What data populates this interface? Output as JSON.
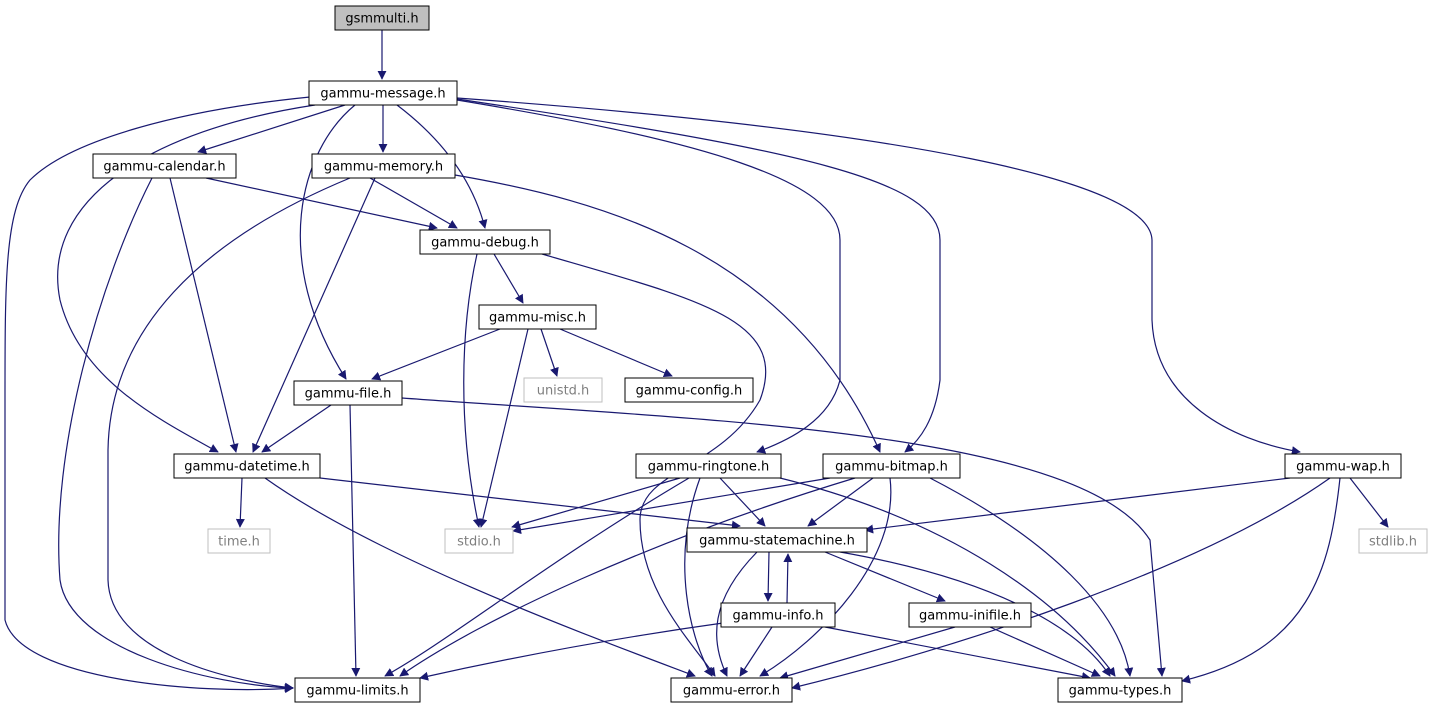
{
  "colors": {
    "edge": "#191970",
    "node_border": "#000000",
    "root_fill": "#bfbfbf",
    "system_border": "#bfbfbf",
    "system_text": "#7f7f7f",
    "node_text": "#000000",
    "background": "#ffffff"
  },
  "nodes": [
    {
      "id": "gsmmulti",
      "label": "gsmmulti.h",
      "kind": "root"
    },
    {
      "id": "message",
      "label": "gammu-message.h",
      "kind": "internal"
    },
    {
      "id": "calendar",
      "label": "gammu-calendar.h",
      "kind": "internal"
    },
    {
      "id": "memory",
      "label": "gammu-memory.h",
      "kind": "internal"
    },
    {
      "id": "debug",
      "label": "gammu-debug.h",
      "kind": "internal"
    },
    {
      "id": "misc",
      "label": "gammu-misc.h",
      "kind": "internal"
    },
    {
      "id": "unistd",
      "label": "unistd.h",
      "kind": "system"
    },
    {
      "id": "config",
      "label": "gammu-config.h",
      "kind": "internal"
    },
    {
      "id": "file",
      "label": "gammu-file.h",
      "kind": "internal"
    },
    {
      "id": "datetime",
      "label": "gammu-datetime.h",
      "kind": "internal"
    },
    {
      "id": "ringtone",
      "label": "gammu-ringtone.h",
      "kind": "internal"
    },
    {
      "id": "bitmap",
      "label": "gammu-bitmap.h",
      "kind": "internal"
    },
    {
      "id": "wap",
      "label": "gammu-wap.h",
      "kind": "internal"
    },
    {
      "id": "time",
      "label": "time.h",
      "kind": "system"
    },
    {
      "id": "stdio",
      "label": "stdio.h",
      "kind": "system"
    },
    {
      "id": "statemachine",
      "label": "gammu-statemachine.h",
      "kind": "internal"
    },
    {
      "id": "stdlib",
      "label": "stdlib.h",
      "kind": "system"
    },
    {
      "id": "info",
      "label": "gammu-info.h",
      "kind": "internal"
    },
    {
      "id": "inifile",
      "label": "gammu-inifile.h",
      "kind": "internal"
    },
    {
      "id": "limits",
      "label": "gammu-limits.h",
      "kind": "internal"
    },
    {
      "id": "error",
      "label": "gammu-error.h",
      "kind": "internal"
    },
    {
      "id": "types",
      "label": "gammu-types.h",
      "kind": "internal"
    }
  ],
  "edges": [
    {
      "from": "gsmmulti",
      "to": "message"
    },
    {
      "from": "message",
      "to": "calendar"
    },
    {
      "from": "message",
      "to": "memory"
    },
    {
      "from": "message",
      "to": "debug"
    },
    {
      "from": "message",
      "to": "file"
    },
    {
      "from": "message",
      "to": "datetime"
    },
    {
      "from": "message",
      "to": "limits"
    },
    {
      "from": "message",
      "to": "ringtone"
    },
    {
      "from": "message",
      "to": "bitmap"
    },
    {
      "from": "message",
      "to": "wap"
    },
    {
      "from": "calendar",
      "to": "debug"
    },
    {
      "from": "calendar",
      "to": "datetime"
    },
    {
      "from": "calendar",
      "to": "limits"
    },
    {
      "from": "memory",
      "to": "debug"
    },
    {
      "from": "memory",
      "to": "datetime"
    },
    {
      "from": "memory",
      "to": "limits"
    },
    {
      "from": "memory",
      "to": "bitmap"
    },
    {
      "from": "debug",
      "to": "misc"
    },
    {
      "from": "debug",
      "to": "stdio"
    },
    {
      "from": "debug",
      "to": "error"
    },
    {
      "from": "misc",
      "to": "file"
    },
    {
      "from": "misc",
      "to": "unistd"
    },
    {
      "from": "misc",
      "to": "config"
    },
    {
      "from": "misc",
      "to": "stdio"
    },
    {
      "from": "file",
      "to": "datetime"
    },
    {
      "from": "file",
      "to": "limits"
    },
    {
      "from": "file",
      "to": "types"
    },
    {
      "from": "datetime",
      "to": "time"
    },
    {
      "from": "datetime",
      "to": "statemachine"
    },
    {
      "from": "datetime",
      "to": "error"
    },
    {
      "from": "ringtone",
      "to": "stdio"
    },
    {
      "from": "ringtone",
      "to": "statemachine"
    },
    {
      "from": "ringtone",
      "to": "limits"
    },
    {
      "from": "ringtone",
      "to": "error"
    },
    {
      "from": "ringtone",
      "to": "types"
    },
    {
      "from": "bitmap",
      "to": "stdio"
    },
    {
      "from": "bitmap",
      "to": "statemachine"
    },
    {
      "from": "bitmap",
      "to": "limits"
    },
    {
      "from": "bitmap",
      "to": "error"
    },
    {
      "from": "bitmap",
      "to": "types"
    },
    {
      "from": "wap",
      "to": "statemachine"
    },
    {
      "from": "wap",
      "to": "stdlib"
    },
    {
      "from": "wap",
      "to": "error"
    },
    {
      "from": "wap",
      "to": "types"
    },
    {
      "from": "statemachine",
      "to": "info"
    },
    {
      "from": "statemachine",
      "to": "inifile"
    },
    {
      "from": "statemachine",
      "to": "error"
    },
    {
      "from": "statemachine",
      "to": "types"
    },
    {
      "from": "info",
      "to": "statemachine"
    },
    {
      "from": "info",
      "to": "limits"
    },
    {
      "from": "info",
      "to": "error"
    },
    {
      "from": "info",
      "to": "types"
    },
    {
      "from": "inifile",
      "to": "error"
    },
    {
      "from": "inifile",
      "to": "types"
    }
  ]
}
